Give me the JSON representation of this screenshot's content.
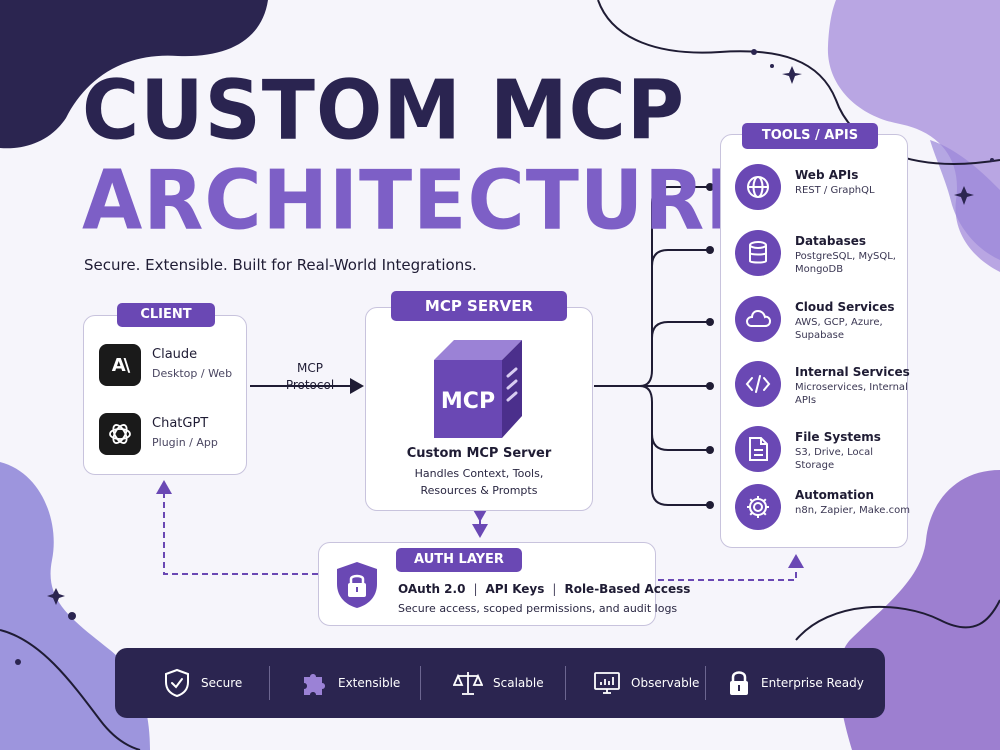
{
  "title": {
    "line1": "CUSTOM MCP",
    "line2": "ARCHITECTURE"
  },
  "subtitle": "Secure. Extensible. Built for Real-World Integrations.",
  "client": {
    "label": "CLIENT",
    "items": [
      {
        "icon": "anthropic-icon",
        "glyph": "A\\",
        "name": "Claude",
        "sub": "Desktop / Web"
      },
      {
        "icon": "openai-icon",
        "name": "ChatGPT",
        "sub": "Plugin / App"
      }
    ]
  },
  "protocol": {
    "line1": "MCP",
    "line2": "Protocol"
  },
  "server": {
    "label": "MCP SERVER",
    "cube_text": "MCP",
    "name": "Custom MCP Server",
    "desc_line1": "Handles Context, Tools,",
    "desc_line2": "Resources & Prompts"
  },
  "auth": {
    "label": "AUTH LAYER",
    "methods": [
      "OAuth 2.0",
      "API Keys",
      "Role-Based Access"
    ],
    "separator": "|",
    "desc": "Secure access, scoped permissions, and audit logs"
  },
  "tools": {
    "label": "TOOLS / APIS",
    "items": [
      {
        "icon": "globe-icon",
        "name": "Web APIs",
        "desc": "REST / GraphQL"
      },
      {
        "icon": "database-icon",
        "name": "Databases",
        "desc": "PostgreSQL, MySQL, MongoDB"
      },
      {
        "icon": "cloud-icon",
        "name": "Cloud Services",
        "desc": "AWS, GCP, Azure, Supabase"
      },
      {
        "icon": "code-icon",
        "name": "Internal Services",
        "desc": "Microservices, Internal APIs"
      },
      {
        "icon": "file-icon",
        "name": "File Systems",
        "desc": "S3, Drive, Local Storage"
      },
      {
        "icon": "gear-icon",
        "name": "Automation",
        "desc": "n8n, Zapier, Make.com"
      }
    ]
  },
  "features": [
    {
      "icon": "shield-check-icon",
      "label": "Secure"
    },
    {
      "icon": "puzzle-icon",
      "label": "Extensible"
    },
    {
      "icon": "scale-icon",
      "label": "Scalable"
    },
    {
      "icon": "monitor-chart-icon",
      "label": "Observable"
    },
    {
      "icon": "lock-icon",
      "label": "Enterprise Ready"
    }
  ],
  "colors": {
    "navy": "#2b2550",
    "purple": "#6a48b4",
    "light_purple": "#7d5fc6",
    "lavender": "#b9a6e3",
    "background": "#f6f5fb"
  }
}
